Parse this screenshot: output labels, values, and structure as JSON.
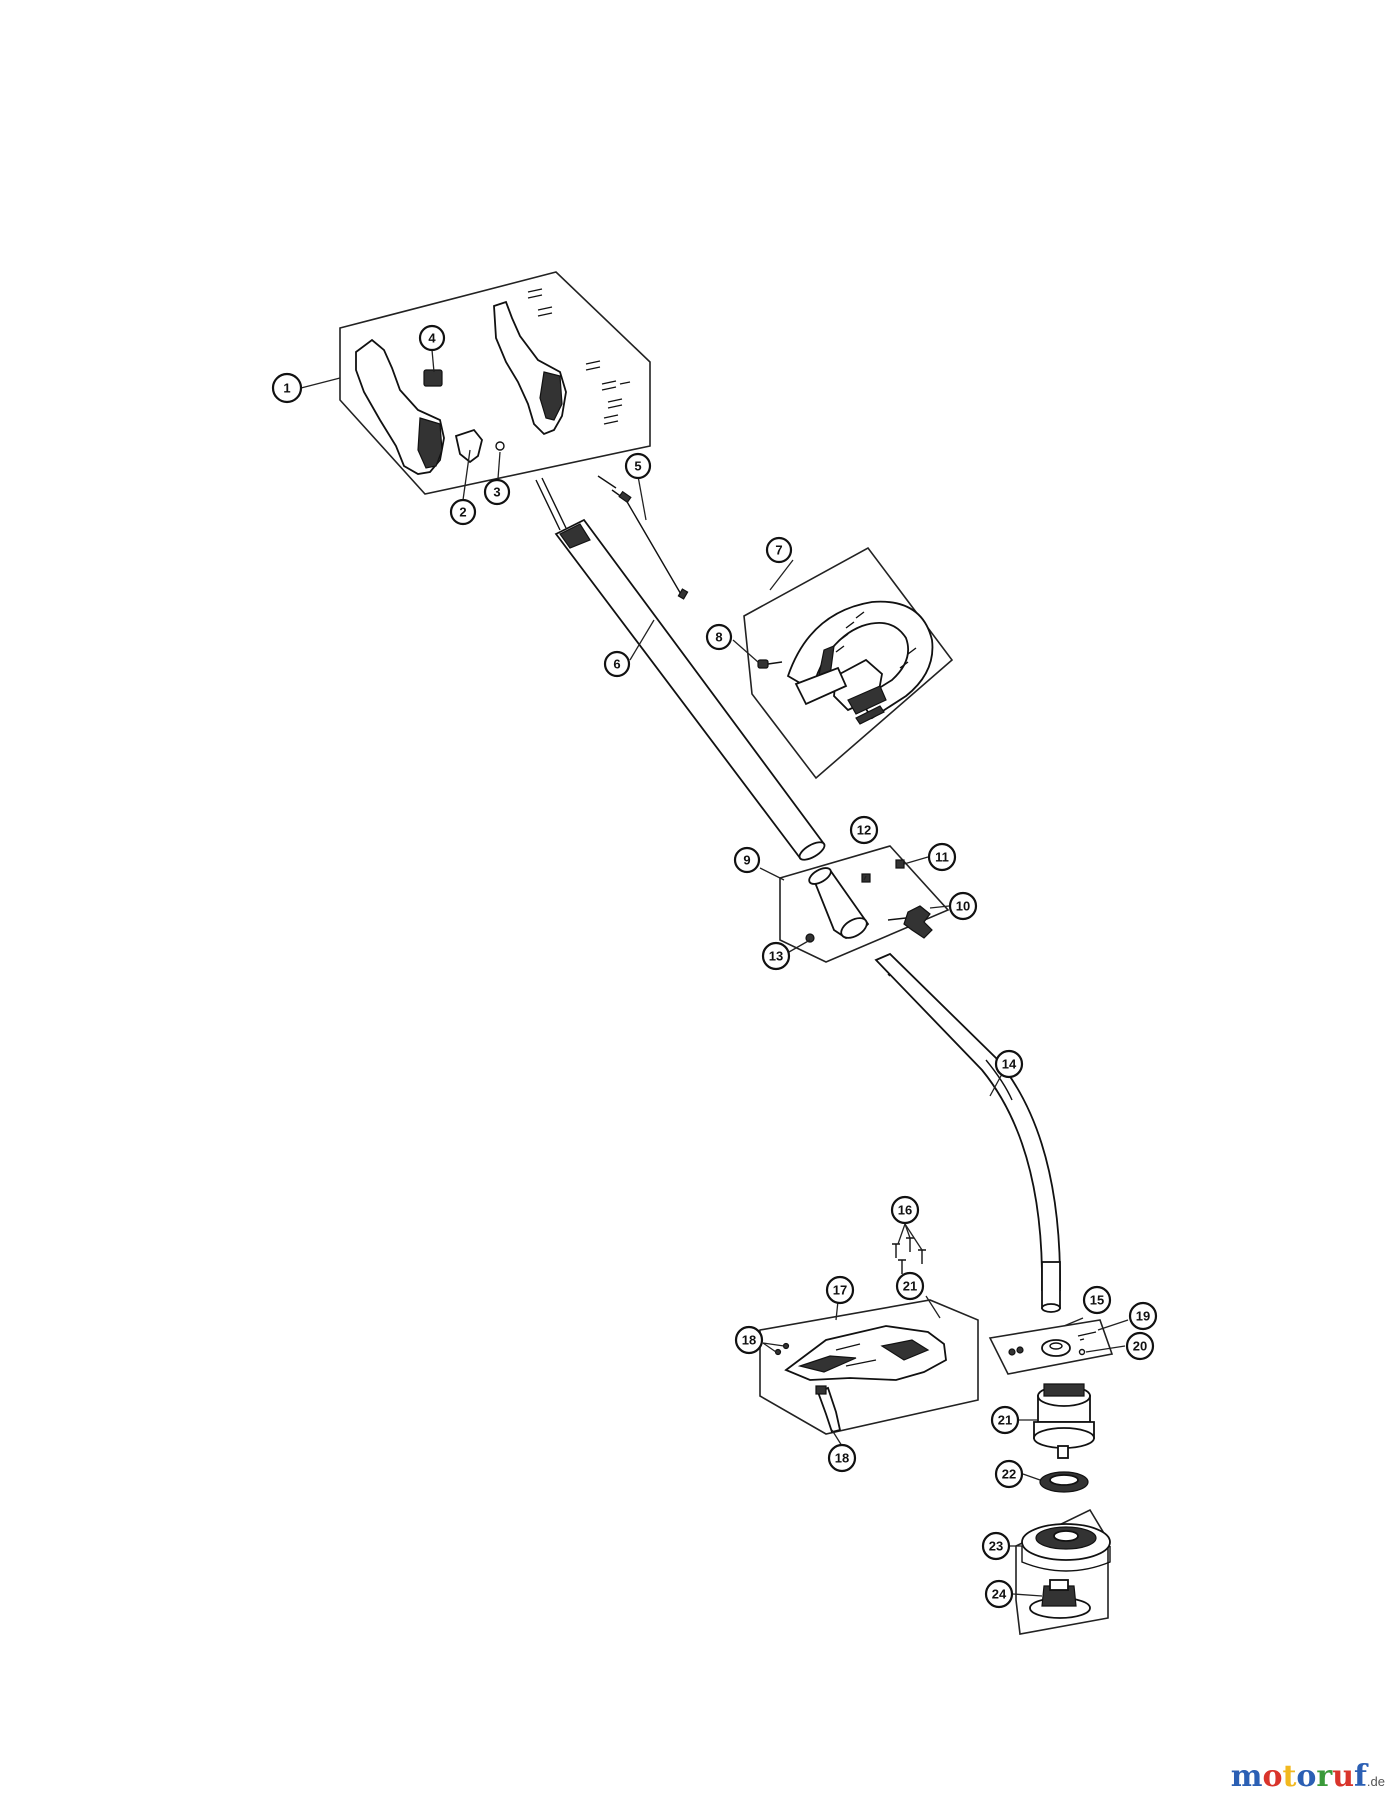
{
  "callouts": [
    {
      "id": "1",
      "label": "1"
    },
    {
      "id": "2",
      "label": "2"
    },
    {
      "id": "3",
      "label": "3"
    },
    {
      "id": "4",
      "label": "4"
    },
    {
      "id": "5",
      "label": "5"
    },
    {
      "id": "6",
      "label": "6"
    },
    {
      "id": "7",
      "label": "7"
    },
    {
      "id": "8",
      "label": "8"
    },
    {
      "id": "9",
      "label": "9"
    },
    {
      "id": "10",
      "label": "10"
    },
    {
      "id": "11",
      "label": "11"
    },
    {
      "id": "12",
      "label": "12"
    },
    {
      "id": "13",
      "label": "13"
    },
    {
      "id": "14",
      "label": "14"
    },
    {
      "id": "15",
      "label": "15"
    },
    {
      "id": "16",
      "label": "16"
    },
    {
      "id": "17",
      "label": "17"
    },
    {
      "id": "18a",
      "label": "18"
    },
    {
      "id": "18b",
      "label": "18"
    },
    {
      "id": "19",
      "label": "19"
    },
    {
      "id": "20",
      "label": "20"
    },
    {
      "id": "21a",
      "label": "21"
    },
    {
      "id": "21b",
      "label": "21"
    },
    {
      "id": "22",
      "label": "22"
    },
    {
      "id": "23",
      "label": "23"
    },
    {
      "id": "24",
      "label": "24"
    }
  ],
  "watermark": {
    "letters": [
      "m",
      "o",
      "t",
      "o",
      "r",
      "u",
      "f"
    ],
    "colors": [
      "#2b5fb4",
      "#d9342b",
      "#f2b81f",
      "#2b5fb4",
      "#3a9a3a",
      "#d9342b",
      "#2b5fb4"
    ],
    "suffix": ".de"
  }
}
